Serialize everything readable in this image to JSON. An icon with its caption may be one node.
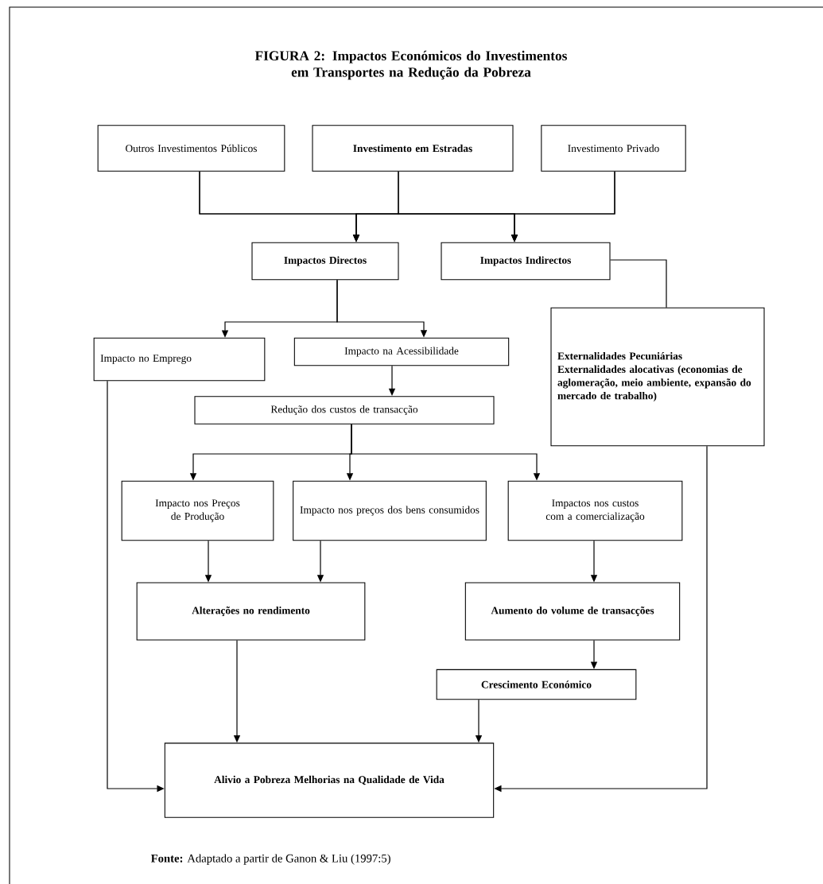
{
  "diagram": {
    "title": "FIGURA 2: Impactos Económicos do Investimentos em Transportes na Redução da Pobreza",
    "caption": "**Fonte:** Adaptado a partir de  Ganon & Liu (1997:5)",
    "nodes": [
      {
        "text": [
          "Outros Investimentos Públicos"
        ]
      },
      {
        "text": [
          "Investimento em Estradas"
        ]
      },
      {
        "text": [
          "Investimento Privado"
        ]
      },
      {
        "text": [
          "Impactos Directos"
        ]
      },
      {
        "text": [
          "Impactos Indirectos"
        ]
      },
      {
        "text": [
          "Externalidades Pecuniárias",
          "Externalidades alocativas (economias de aglomeração, meio ambiente, expansão do mercado de trabalho)"
        ]
      },
      {
        "text": [
          "Impacto no Emprego"
        ]
      },
      {
        "text": [
          "Impacto na Acessibilidade"
        ]
      },
      {
        "text": [
          "Redução dos custos de transacção"
        ]
      },
      {
        "text": [
          "Impacto nos Preços de Produção"
        ]
      },
      {
        "text": [
          "Impacto nos preços dos bens consumidos"
        ]
      },
      {
        "text": [
          "Impactos nos custos com a comercialização"
        ]
      },
      {
        "text": [
          "Alterações no rendimento"
        ]
      },
      {
        "text": [
          "Aumento do volume de transacções"
        ]
      },
      {
        "text": [
          "Crescimento Económico"
        ]
      },
      {
        "text": [
          "Alivio a Pobreza Melhorias na Qualidade de Vida"
        ]
      }
    ],
    "edges": [
      {
        "from": 0,
        "to": 3,
        "arrow": "to"
      },
      {
        "from": 1,
        "to": 3,
        "arrow": "to"
      },
      {
        "from": 2,
        "to": 3,
        "arrow": "to"
      },
      {
        "from": 0,
        "to": 4,
        "arrow": "to"
      },
      {
        "from": 1,
        "to": 4,
        "arrow": "to"
      },
      {
        "from": 2,
        "to": 4,
        "arrow": "to"
      },
      {
        "from": 4,
        "to": 5,
        "arrow": "none"
      },
      {
        "from": 3,
        "to": 6,
        "arrow": "to"
      },
      {
        "from": 3,
        "to": 7,
        "arrow": "to"
      },
      {
        "from": 7,
        "to": 8,
        "arrow": "to"
      },
      {
        "from": 8,
        "to": 9,
        "arrow": "to"
      },
      {
        "from": 8,
        "to": 10,
        "arrow": "to"
      },
      {
        "from": 8,
        "to": 11,
        "arrow": "to"
      },
      {
        "from": 9,
        "to": 12,
        "arrow": "to"
      },
      {
        "from": 10,
        "to": 12,
        "arrow": "to"
      },
      {
        "from": 11,
        "to": 13,
        "arrow": "to"
      },
      {
        "from": 12,
        "to": 15,
        "arrow": "to"
      },
      {
        "from": 13,
        "to": 14,
        "arrow": "to"
      },
      {
        "from": 14,
        "to": 15,
        "arrow": "to"
      },
      {
        "from": 6,
        "to": 15,
        "arrow": "to"
      },
      {
        "from": 5,
        "to": 15,
        "arrow": "to"
      }
    ]
  }
}
